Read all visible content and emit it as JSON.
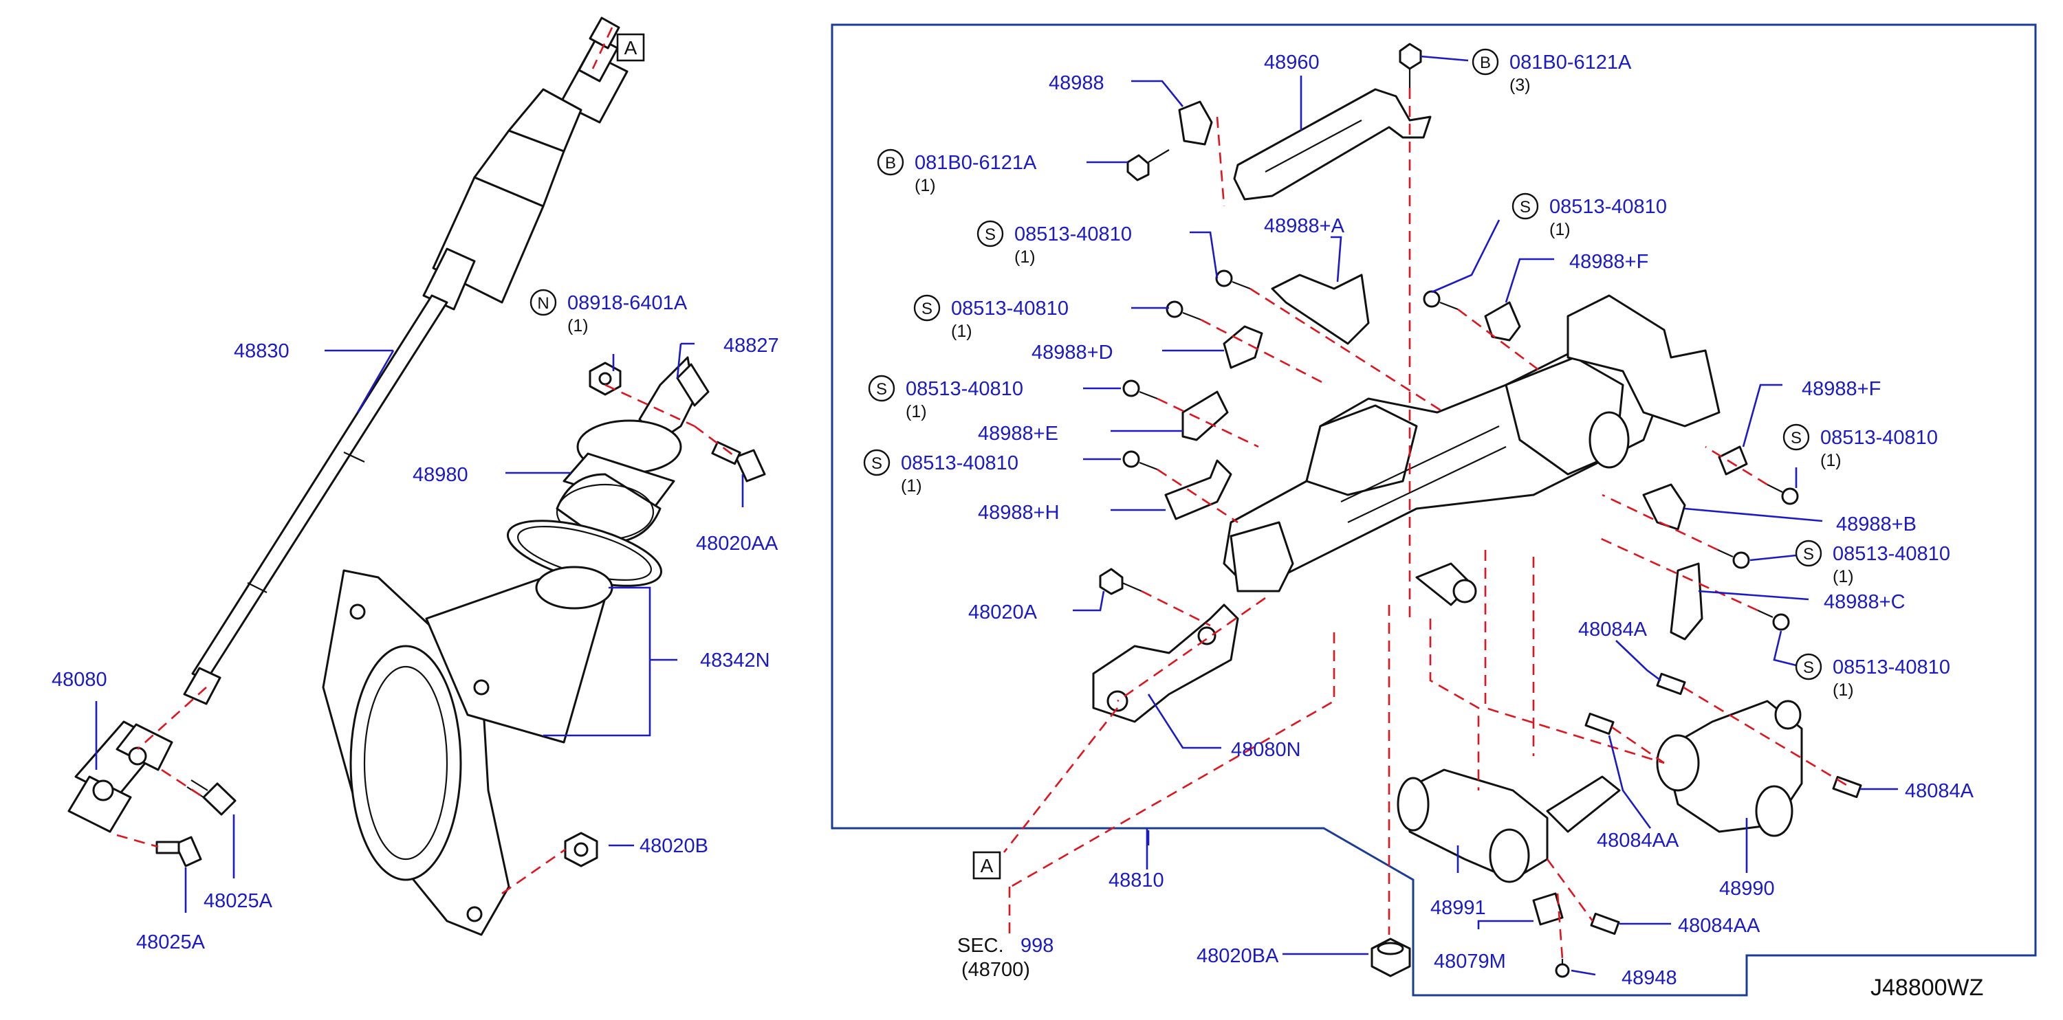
{
  "diagram_code": "J48800WZ",
  "ref_A": "A",
  "section_ref": {
    "prefix": "SEC.",
    "number": "998",
    "sub": "(48700)"
  },
  "labels": {
    "p48830": "48830",
    "p48080": "48080",
    "p48025A_1": "48025A",
    "p48025A_2": "48025A",
    "p48980": "48980",
    "p48827": "48827",
    "p48020AA": "48020AA",
    "p48342N": "48342N",
    "p48020B": "48020B",
    "n08918": {
      "badge": "N",
      "text": "08918-6401A",
      "qty": "(1)"
    },
    "p48960": "48960",
    "p48988": "48988",
    "b081B0_top": {
      "badge": "B",
      "text": "081B0-6121A",
      "qty": "(3)"
    },
    "b081B0_left": {
      "badge": "B",
      "text": "081B0-6121A",
      "qty": "(1)"
    },
    "s1": {
      "badge": "S",
      "text": "08513-40810",
      "qty": "(1)"
    },
    "s2": {
      "badge": "S",
      "text": "08513-40810",
      "qty": "(1)"
    },
    "s3": {
      "badge": "S",
      "text": "08513-40810",
      "qty": "(1)"
    },
    "s4": {
      "badge": "S",
      "text": "08513-40810",
      "qty": "(1)"
    },
    "s5": {
      "badge": "S",
      "text": "08513-40810",
      "qty": "(1)"
    },
    "s6": {
      "badge": "S",
      "text": "08513-40810",
      "qty": "(1)"
    },
    "s7": {
      "badge": "S",
      "text": "08513-40810",
      "qty": "(1)"
    },
    "s8": {
      "badge": "S",
      "text": "08513-40810",
      "qty": "(1)"
    },
    "p48988A": "48988+A",
    "p48988D": "48988+D",
    "p48988E": "48988+E",
    "p48988H": "48988+H",
    "p48988F_1": "48988+F",
    "p48988F_2": "48988+F",
    "p48988B": "48988+B",
    "p48988C": "48988+C",
    "p48020A": "48020A",
    "p48080N": "48080N",
    "p48810": "48810",
    "p48084A_1": "48084A",
    "p48084A_2": "48084A",
    "p48084AA_1": "48084AA",
    "p48084AA_2": "48084AA",
    "p48990": "48990",
    "p48991": "48991",
    "p48079M": "48079M",
    "p48948": "48948",
    "p48020BA": "48020BA"
  }
}
